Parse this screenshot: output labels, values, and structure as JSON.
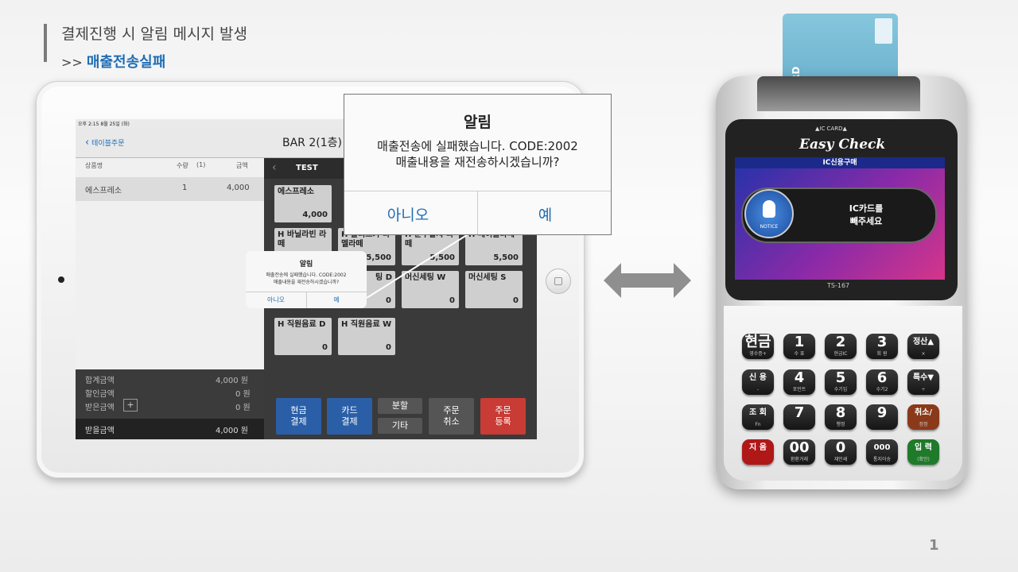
{
  "header": {
    "title": "결제진행 시 알림 메시지 발생",
    "sub_prefix": ">> ",
    "sub_title": "매출전송실패"
  },
  "pos": {
    "status_time": "오후 2:15   8월 25일 (화)",
    "back_label": "테이블주문",
    "nav_title": "BAR 2(1층)",
    "order_cols": [
      "상품명",
      "수량",
      "(1)",
      "금액"
    ],
    "order_rows": [
      {
        "name": "에스프레소",
        "qty": "1",
        "amount": "4,000"
      }
    ],
    "totals": [
      {
        "label": "합계금액",
        "value": "4,000 원"
      },
      {
        "label": "할인금액",
        "value": "0 원"
      },
      {
        "label": "받은금액",
        "value": "0 원"
      }
    ],
    "change": {
      "label": "받을금액",
      "value": "4,000 원"
    },
    "tab_label": "TEST",
    "items": [
      {
        "name": "에스프레소",
        "price": "4,000"
      },
      {
        "name": "H 바닐라빈 라떼",
        "price": ""
      },
      {
        "name": "H 플티드카 라멜라떼",
        "price": "5,500"
      },
      {
        "name": "H 순수말차 라떼",
        "price": "5,500"
      },
      {
        "name": "H 메이플라떼",
        "price": "5,500"
      },
      {
        "name": "팅 D",
        "price": "0"
      },
      {
        "name": "머신세팅 W",
        "price": "0"
      },
      {
        "name": "머신세팅 S",
        "price": "0"
      },
      {
        "name": "H 직원음료 D",
        "price": "0"
      },
      {
        "name": "H 직원음료 W",
        "price": "0"
      }
    ],
    "buttons": {
      "cash": "현금\n결제",
      "card": "카드\n결제",
      "split": "분할",
      "etc": "기타",
      "cancel": "주문\n취소",
      "register": "주문\n등록"
    }
  },
  "dialog": {
    "title": "알림",
    "message_line1": "매출전송에 실패했습니다. CODE:2002",
    "message_line2": "매출내용을 재전송하시겠습니까?",
    "no_label": "아니오",
    "yes_label": "예"
  },
  "terminal": {
    "card_label": "CARD",
    "ic_card_label": "▲IC CARD▲",
    "brand": "Easy Check",
    "lcd_title": "IC신용구매",
    "notice_label": "NOTICE",
    "lcd_message_line1": "IC카드를",
    "lcd_message_line2": "빼주세요",
    "model": "TS-167",
    "keys": [
      {
        "main": "현금",
        "sub": "영수증+"
      },
      {
        "main": "1",
        "sub": "수 표"
      },
      {
        "main": "2",
        "sub": "현금IC"
      },
      {
        "main": "3",
        "sub": "회 원"
      },
      {
        "main": "정산▲",
        "sub": "×"
      },
      {
        "main": "신 용",
        "sub": "-"
      },
      {
        "main": "4",
        "sub": "포인트"
      },
      {
        "main": "5",
        "sub": "수기입"
      },
      {
        "main": "6",
        "sub": "수기2"
      },
      {
        "main": "특수▼",
        "sub": "÷"
      },
      {
        "main": "조 회",
        "sub": "Fn"
      },
      {
        "main": "7",
        "sub": ""
      },
      {
        "main": "8",
        "sub": "행정"
      },
      {
        "main": "9",
        "sub": ""
      },
      {
        "main": "취소/",
        "sub": "정정"
      },
      {
        "main": "지 움",
        "sub": ""
      },
      {
        "main": "00",
        "sub": "환환거래"
      },
      {
        "main": "0",
        "sub": "재인쇄"
      },
      {
        "main": "000",
        "sub": "통지이송"
      },
      {
        "main": "입 력",
        "sub": "(확인)"
      }
    ],
    "key_colors": {
      "cancel": "#8a3a1a",
      "clear": "#b01818",
      "enter": "#1f7a2a"
    }
  },
  "page_number": "1"
}
